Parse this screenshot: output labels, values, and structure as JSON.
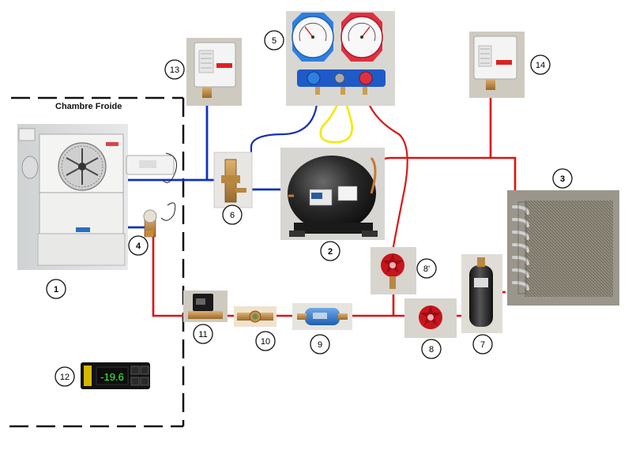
{
  "room_title": "Chambre Froide",
  "labels": {
    "evaporator": "1",
    "compressor": "2",
    "condenser": "3",
    "expansion_valve": "4",
    "manifold_gauges": "5",
    "access_valve": "6",
    "receiver": "7",
    "service_valve": "8",
    "service_valve_prime": "8'",
    "filter_drier": "9",
    "sight_glass": "10",
    "solenoid_valve": "11",
    "thermostat": "12",
    "lp_pressostat": "13",
    "hp_pressostat": "14"
  },
  "thermostat_display": "-19.6",
  "colors": {
    "high_pressure_line": "#e01010",
    "low_pressure_line": "#1030c0",
    "hose_blue": "#1a2fb0",
    "hose_yellow": "#f5e800",
    "hose_red": "#d81818",
    "valve_red": "#c8141c",
    "gauge_blue": "#2f7fe0",
    "gauge_red": "#e03040"
  }
}
